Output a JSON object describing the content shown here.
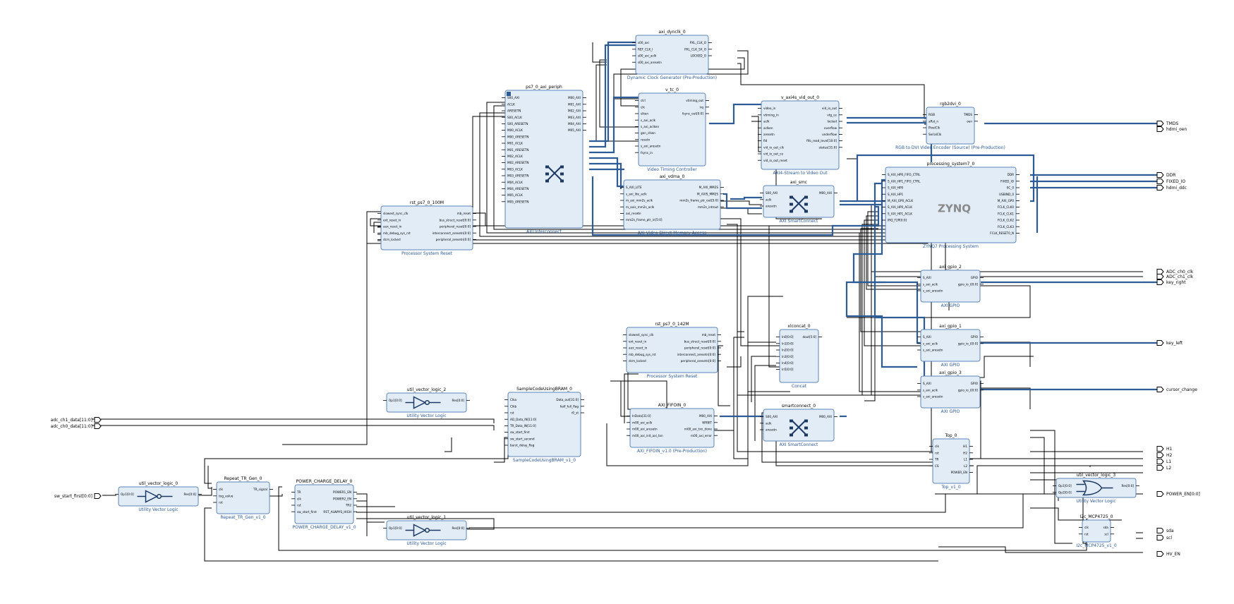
{
  "diagram": {
    "blocks": {
      "axi_dynclk": {
        "inst": "axi_dynclk_0",
        "sub": "Dynamic Clock Generator (Pre-Production)",
        "lp": [
          "s00_axi",
          "REF_CLK_I",
          "s00_axi_aclk",
          "s00_axi_aresetn"
        ],
        "rp": [
          "PXL_CLK_O",
          "PXL_CLK_5X_O",
          "LOCKED_O"
        ]
      },
      "interconnect": {
        "inst": "ps7_0_axi_periph",
        "sub": "AXI Interconnect",
        "lp": [
          "S00_AXI",
          "ACLK",
          "ARESETN",
          "S00_ACLK",
          "S00_ARESETN",
          "M00_ACLK",
          "M00_ARESETN",
          "M01_ACLK",
          "M01_ARESETN",
          "M02_ACLK",
          "M02_ARESETN",
          "M03_ACLK",
          "M03_ARESETN",
          "M04_ACLK",
          "M04_ARESETN",
          "M05_ACLK",
          "M05_ARESETN"
        ],
        "rp": [
          "M00_AXI",
          "M01_AXI",
          "M02_AXI",
          "M03_AXI",
          "M04_AXI",
          "M05_AXI"
        ]
      },
      "vtc": {
        "inst": "v_tc_0",
        "sub": "Video Timing Controller",
        "lp": [
          "ctrl",
          "clk",
          "clken",
          "s_axi_aclk",
          "s_axi_aclken",
          "gen_clken",
          "resetn",
          "s_axi_aresetn",
          "fsync_in"
        ],
        "rp": [
          "vtiming_out",
          "irq",
          "fsync_out[0:0]"
        ]
      },
      "vout": {
        "inst": "v_axi4s_vid_out_0",
        "sub": "AXI4-Stream to Video Out",
        "lp": [
          "video_in",
          "vtiming_in",
          "aclk",
          "aclken",
          "aresetn",
          "fid",
          "vid_io_out_clk",
          "vid_io_out_ce",
          "vid_io_out_reset"
        ],
        "rp": [
          "vid_io_out",
          "vtg_ce",
          "locked",
          "overflow",
          "underflow",
          "fifo_read_level[10:0]",
          "status[31:0]"
        ]
      },
      "rgb2dvi": {
        "inst": "rgb2dvi_0",
        "sub": "RGB to DVI Video Encoder (Source) (Pre-Production)",
        "lp": [
          "RGB",
          "aRst_n",
          "PixelClk",
          "SerialClk"
        ],
        "rp": [
          "TMDS",
          "oen"
        ]
      },
      "vdma": {
        "inst": "axi_vdma_0",
        "sub": "AXI Video Direct Memory Access",
        "lp": [
          "S_AXI_LITE",
          "s_axi_lite_aclk",
          "m_axi_mm2s_aclk",
          "m_axis_mm2s_aclk",
          "axi_resetn",
          "mm2s_frame_ptr_in[5:0]"
        ],
        "rp": [
          "M_AXI_MM2S",
          "M_AXIS_MM2S",
          "mm2s_frame_ptr_out[5:0]",
          "mm2s_introut"
        ]
      },
      "axi_smc": {
        "inst": "axi_smc",
        "sub": "AXI SmartConnect",
        "lp": [
          "S00_AXI",
          "aclk",
          "aresetn"
        ],
        "rp": [
          "M00_AXI"
        ]
      },
      "zynq": {
        "inst": "processing_system7_0",
        "sub": "ZYNQ7 Processing System",
        "logo": "ZYNQ",
        "lp": [
          "S_AXI_HP0_FIFO_CTRL",
          "S_AXI_HP1_FIFO_CTRL",
          "S_AXI_HP0",
          "S_AXI_HP1",
          "M_AXI_GP0_ACLK",
          "S_AXI_HP0_ACLK",
          "S_AXI_HP1_ACLK",
          "IRQ_F2P[0:0]"
        ],
        "rp": [
          "DDR",
          "FIXED_IO",
          "IIC_0",
          "USBIND_0",
          "M_AXI_GP0",
          "FCLK_CLK0",
          "FCLK_CLK1",
          "FCLK_CLK2",
          "FCLK_CLK3",
          "FCLK_RESET0_N"
        ]
      },
      "rst100": {
        "inst": "rst_ps7_0_100M",
        "sub": "Processor System Reset",
        "lp": [
          "slowest_sync_clk",
          "ext_reset_in",
          "aux_reset_in",
          "mb_debug_sys_rst",
          "dcm_locked"
        ],
        "rp": [
          "mb_reset",
          "bus_struct_reset[0:0]",
          "peripheral_reset[0:0]",
          "interconnect_aresetn[0:0]",
          "peripheral_aresetn[0:0]"
        ]
      },
      "gpio2": {
        "inst": "axi_gpio_2",
        "sub": "AXI GPIO",
        "lp": [
          "S_AXI",
          "s_axi_aclk",
          "s_axi_aresetn"
        ],
        "rp": [
          "GPIO",
          "gpio_io_i[0:0]"
        ]
      },
      "rst142": {
        "inst": "rst_ps7_0_142M",
        "sub": "Processor System Reset",
        "lp": [
          "slowest_sync_clk",
          "ext_reset_in",
          "aux_reset_in",
          "mb_debug_sys_rst",
          "dcm_locked"
        ],
        "rp": [
          "mb_reset",
          "bus_struct_reset[0:0]",
          "peripheral_reset[0:0]",
          "interconnect_aresetn[0:0]",
          "peripheral_aresetn[0:0]"
        ]
      },
      "xlconcat": {
        "inst": "xlconcat_0",
        "sub": "Concat",
        "lp": [
          "In0[0:0]",
          "In1[0:0]",
          "In2[0:0]",
          "In3[0:0]",
          "In4[0:0]",
          "In5[0:0]"
        ],
        "rp": [
          "dout[5:0]"
        ]
      },
      "gpio1": {
        "inst": "axi_gpio_1",
        "sub": "AXI GPIO",
        "lp": [
          "S_AXI",
          "s_axi_aclk",
          "s_axi_aresetn"
        ],
        "rp": [
          "GPIO",
          "gpio_io_i[0:0]"
        ]
      },
      "gpio3": {
        "inst": "axi_gpio_3",
        "sub": "AXI GPIO",
        "lp": [
          "S_AXI",
          "s_axi_aclk",
          "s_axi_aresetn"
        ],
        "rp": [
          "GPIO",
          "gpio_io_i[0:0]"
        ]
      },
      "uvl2": {
        "inst": "util_vector_logic_2",
        "sub": "Utility Vector Logic",
        "lp": [
          "Op1[0:0]"
        ],
        "rp": [
          "Res[0:0]"
        ]
      },
      "bram": {
        "inst": "SampleCodeUsingBRAM_0",
        "sub": "SampleCodeUsingBRAM_v1_0",
        "lp": [
          "Clka",
          "Clkb",
          "rst",
          "AD_Data_IN[11:0]",
          "TR_Data_IN[11:0]",
          "sw_start_first",
          "sw_start_second",
          "burst_delay_flag"
        ],
        "rp": [
          "Data_out[31:0]",
          "half_full_flag",
          "r0_st"
        ]
      },
      "fifo": {
        "inst": "AXI_FIFOIN_0",
        "sub": "AXI_FIFOIN_v1.0 (Pre-Production)",
        "lp": [
          "InData[31:0]",
          "m00_axi_aclk",
          "m00_axi_aresetn",
          "m00_axi_init_axi_txn"
        ],
        "rp": [
          "M00_AXI",
          "WRBIT",
          "m00_axi_txn_done",
          "m00_axi_error"
        ]
      },
      "smc0": {
        "inst": "smartconnect_0",
        "sub": "AXI SmartConnect",
        "lp": [
          "S00_AXI",
          "aclk",
          "aresetn"
        ],
        "rp": [
          "M00_AXI"
        ]
      },
      "top": {
        "inst": "Top_0",
        "sub": "Top_v1_0",
        "lp": [
          "clk",
          "rst",
          "TR",
          "CS"
        ],
        "rp": [
          "H1",
          "H2",
          "L1",
          "L2",
          "POWER_EN"
        ]
      },
      "uvl0": {
        "inst": "util_vector_logic_0",
        "sub": "Utility Vector Logic",
        "lp": [
          "Op1[0:0]"
        ],
        "rp": [
          "Res[0:0]"
        ]
      },
      "rtg": {
        "inst": "Repeat_TR_Gen_0",
        "sub": "Repeat_TR_Gen_v1_0",
        "lp": [
          "clk",
          "tog_value",
          "rst"
        ],
        "rp": [
          "TR_signal"
        ]
      },
      "pcd": {
        "inst": "POWER_CHARGE_DELAY_0",
        "sub": "POWER_CHARGE_DELAY_v1_0",
        "lp": [
          "TR",
          "clk",
          "rst",
          "sw_start_first"
        ],
        "rp": [
          "POWER1_EN",
          "POWER2_EN",
          "TR2",
          "RST_ALWAYS_HIGH"
        ]
      },
      "uvl1": {
        "inst": "util_vector_logic_1",
        "sub": "Utility Vector Logic",
        "lp": [
          "Op1[0:0]"
        ],
        "rp": [
          "Res[0:0]"
        ]
      },
      "uvl3": {
        "inst": "util_vector_logic_3",
        "sub": "Utility Vector Logic",
        "lp": [
          "Op1[0:0]",
          "Op2[0:0]"
        ],
        "rp": [
          "Res[0:0]"
        ]
      },
      "i2c": {
        "inst": "I2c_MCP4725_0",
        "sub": "I2c_MCP4725_v1_0",
        "lp": [
          "clk",
          "rst"
        ],
        "rp": [
          "sda",
          "scl"
        ]
      }
    },
    "ports": {
      "tmds": "TMDS",
      "hdmi_oen": "hdmi_oen",
      "ddr": "DDR",
      "fixed_io": "FIXED_IO",
      "hdmi_ddc": "hdmi_ddc",
      "adc_ch0_clk": "ADC_ch0_clk",
      "adc_ch1_clk": "ADC_ch1_clk",
      "key_right": "key_right",
      "key_left": "key_left",
      "cursor_change": "cursor_change",
      "h1": "H1",
      "h2": "H2",
      "l1": "L1",
      "l2": "L2",
      "power_en": "POWER_EN[0:0]",
      "sda": "sda",
      "scl": "scl",
      "hv_en": "HV_EN",
      "adc_ch1_data": "adc_ch1_data[11:0]",
      "adc_ch0_data": "adc_ch0_data[11:0]",
      "sw_start_first": "sw_start_first[0:0]"
    }
  }
}
